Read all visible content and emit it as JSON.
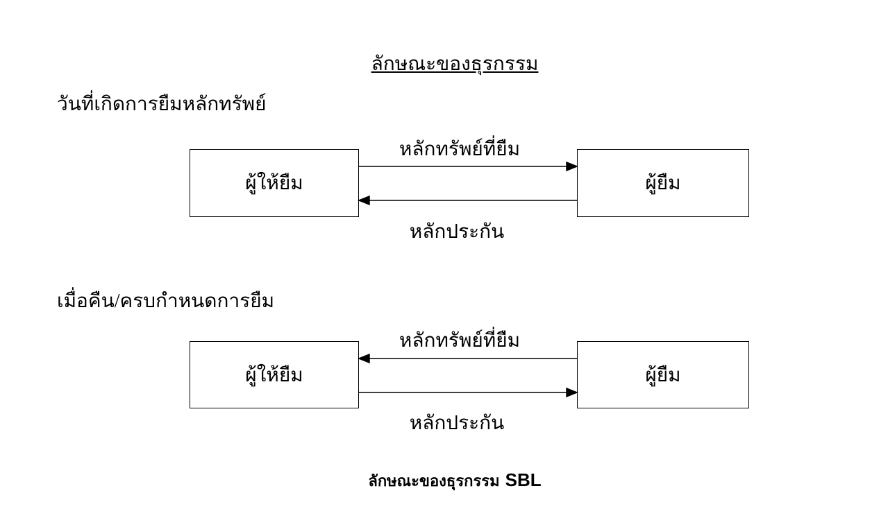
{
  "title": "ลักษณะของธุรกรรม",
  "sections": [
    {
      "heading": "วันที่เกิดการยืมหลักทรัพย์",
      "left_box": "ผู้ให้ยืม",
      "right_box": "ผู้ยืม",
      "top_arrow_label": "หลักทรัพย์ที่ยืม",
      "top_arrow_direction": "right",
      "bottom_arrow_label": "หลักประกัน",
      "bottom_arrow_direction": "left"
    },
    {
      "heading": "เมื่อคืน/ครบกำหนดการยืม",
      "left_box": "ผู้ให้ยืม",
      "right_box": "ผู้ยืม",
      "top_arrow_label": "หลักทรัพย์ที่ยืม",
      "top_arrow_direction": "left",
      "bottom_arrow_label": "หลักประกัน",
      "bottom_arrow_direction": "right"
    }
  ],
  "caption": {
    "text": "ลักษณะของธุรกรรม",
    "suffix": "SBL"
  }
}
